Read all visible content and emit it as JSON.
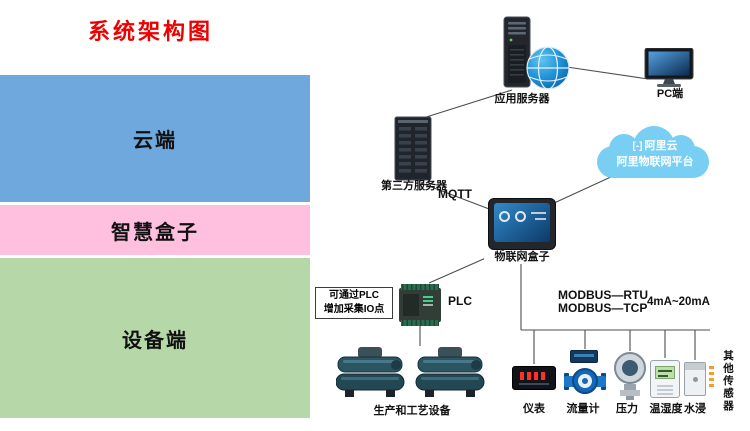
{
  "title": "系统架构图",
  "colors": {
    "title": "#ee0000",
    "ali_cloud": "#79cef3"
  },
  "layers": [
    {
      "id": "cloud",
      "label": "云端",
      "color": "#6fa8dc"
    },
    {
      "id": "smartbox",
      "label": "智慧盒子",
      "color": "#ffbfdf"
    },
    {
      "id": "device",
      "label": "设备端",
      "color": "#b6d7a8"
    }
  ],
  "nodes": {
    "app_server_label": "应用服务器",
    "pc_label": "PC端",
    "third_party_label": "第三方服务器",
    "mqtt_label": "MQTT",
    "ali_logo_mark": "[-]",
    "ali_logo_text": "阿里云",
    "ali_platform_label": "阿里物联网平台",
    "iot_box_label": "物联网盒子",
    "plc_label": "PLC",
    "plc_note_line1": "可通过PLC",
    "plc_note_line2": "增加采集IO点",
    "modbus_rtu": "MODBUS—RTU",
    "modbus_tcp": "MODBUS—TCP",
    "analog_signal": "4mA~20mA",
    "equipment_label": "生产和工艺设备",
    "sensor_labels": [
      "仪表",
      "流量计",
      "压力",
      "温湿度",
      "水浸"
    ],
    "other_sensors_label": "其他传感器"
  }
}
